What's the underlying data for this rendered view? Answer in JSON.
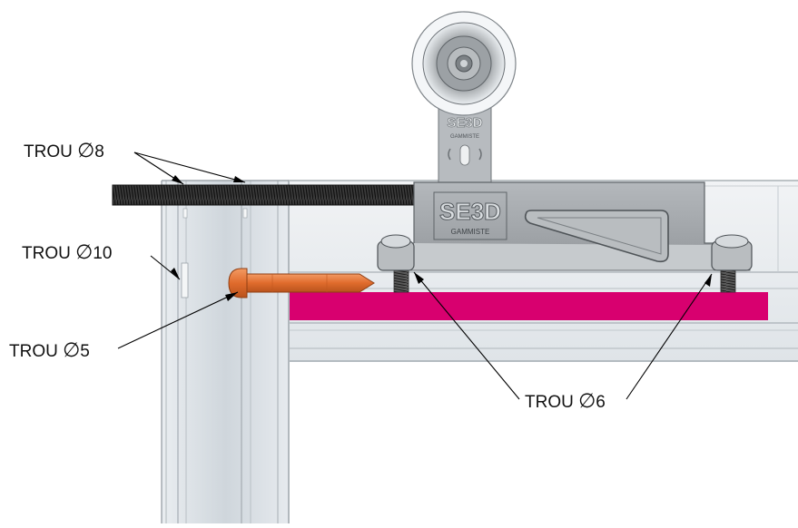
{
  "labels": {
    "trou8": {
      "text": "TROU",
      "sym": "∅",
      "num": "8"
    },
    "trou10": {
      "text": "TROU",
      "sym": "∅",
      "num": "10"
    },
    "trou5": {
      "text": "TROU",
      "sym": "∅",
      "num": "5"
    },
    "trou6": {
      "text": "TROU",
      "sym": "∅",
      "num": "6"
    }
  },
  "logo": {
    "brand": "SE3D",
    "sub": "GAMMISTE"
  },
  "colors": {
    "rail": "#e3e7ea",
    "post": "#ccd3d9",
    "bracket": "#a2a7ab",
    "pink_strip": "#d8006f",
    "screw_orange": "#e8773a",
    "threaded_rod": "#2b2b2b"
  }
}
